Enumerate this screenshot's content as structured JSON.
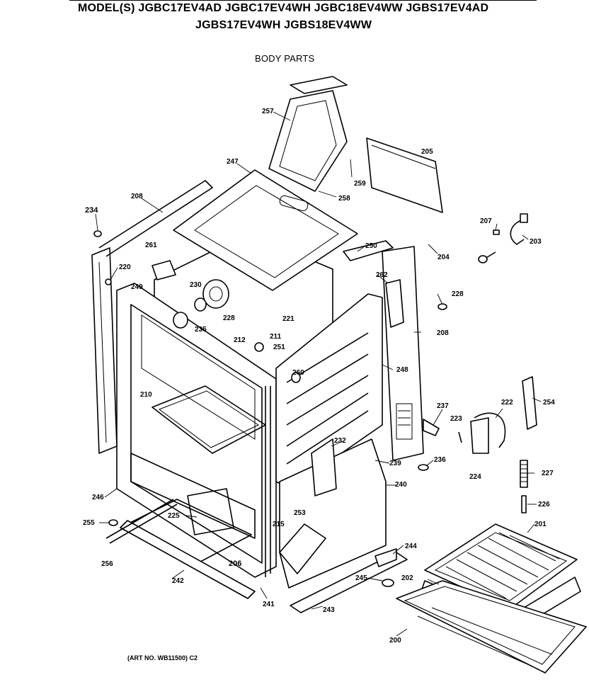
{
  "header": {
    "models_line1": "MODEL(S) JGBC17EV4AD  JGBC17EV4WH  JGBC18EV4WW  JGBS17EV4AD",
    "models_line2": "JGBS17EV4WH  JGBS18EV4WW",
    "section_title": "BODY PARTS"
  },
  "footer": {
    "art_no": "(ART NO. WB11500) C2"
  },
  "callouts": [
    {
      "id": "257",
      "text": "257"
    },
    {
      "id": "205",
      "text": "205"
    },
    {
      "id": "247",
      "text": "247"
    },
    {
      "id": "259",
      "text": "259"
    },
    {
      "id": "208a",
      "text": "208"
    },
    {
      "id": "258",
      "text": "258"
    },
    {
      "id": "234",
      "text": "234"
    },
    {
      "id": "207",
      "text": "207"
    },
    {
      "id": "203",
      "text": "203"
    },
    {
      "id": "250",
      "text": "250"
    },
    {
      "id": "261",
      "text": "261"
    },
    {
      "id": "204",
      "text": "204"
    },
    {
      "id": "220",
      "text": "220"
    },
    {
      "id": "230",
      "text": "230"
    },
    {
      "id": "262",
      "text": "262"
    },
    {
      "id": "249",
      "text": "249"
    },
    {
      "id": "228",
      "text": "228"
    },
    {
      "id": "228b",
      "text": "228"
    },
    {
      "id": "221",
      "text": "221"
    },
    {
      "id": "235",
      "text": "235"
    },
    {
      "id": "208b",
      "text": "208"
    },
    {
      "id": "211",
      "text": "211"
    },
    {
      "id": "212",
      "text": "212"
    },
    {
      "id": "251",
      "text": "251"
    },
    {
      "id": "260",
      "text": "260"
    },
    {
      "id": "248",
      "text": "248"
    },
    {
      "id": "210",
      "text": "210"
    },
    {
      "id": "254",
      "text": "254"
    },
    {
      "id": "237",
      "text": "237"
    },
    {
      "id": "222",
      "text": "222"
    },
    {
      "id": "223",
      "text": "223"
    },
    {
      "id": "232",
      "text": "232"
    },
    {
      "id": "239",
      "text": "239"
    },
    {
      "id": "236",
      "text": "236"
    },
    {
      "id": "227",
      "text": "227"
    },
    {
      "id": "246",
      "text": "246"
    },
    {
      "id": "224",
      "text": "224"
    },
    {
      "id": "240",
      "text": "240"
    },
    {
      "id": "226",
      "text": "226"
    },
    {
      "id": "225",
      "text": "225"
    },
    {
      "id": "253",
      "text": "253"
    },
    {
      "id": "201",
      "text": "201"
    },
    {
      "id": "255",
      "text": "255"
    },
    {
      "id": "215",
      "text": "215"
    },
    {
      "id": "244",
      "text": "244"
    },
    {
      "id": "256",
      "text": "256"
    },
    {
      "id": "206",
      "text": "206"
    },
    {
      "id": "245",
      "text": "245"
    },
    {
      "id": "202",
      "text": "202"
    },
    {
      "id": "242",
      "text": "242"
    },
    {
      "id": "241",
      "text": "241"
    },
    {
      "id": "243",
      "text": "243"
    },
    {
      "id": "200",
      "text": "200"
    }
  ]
}
